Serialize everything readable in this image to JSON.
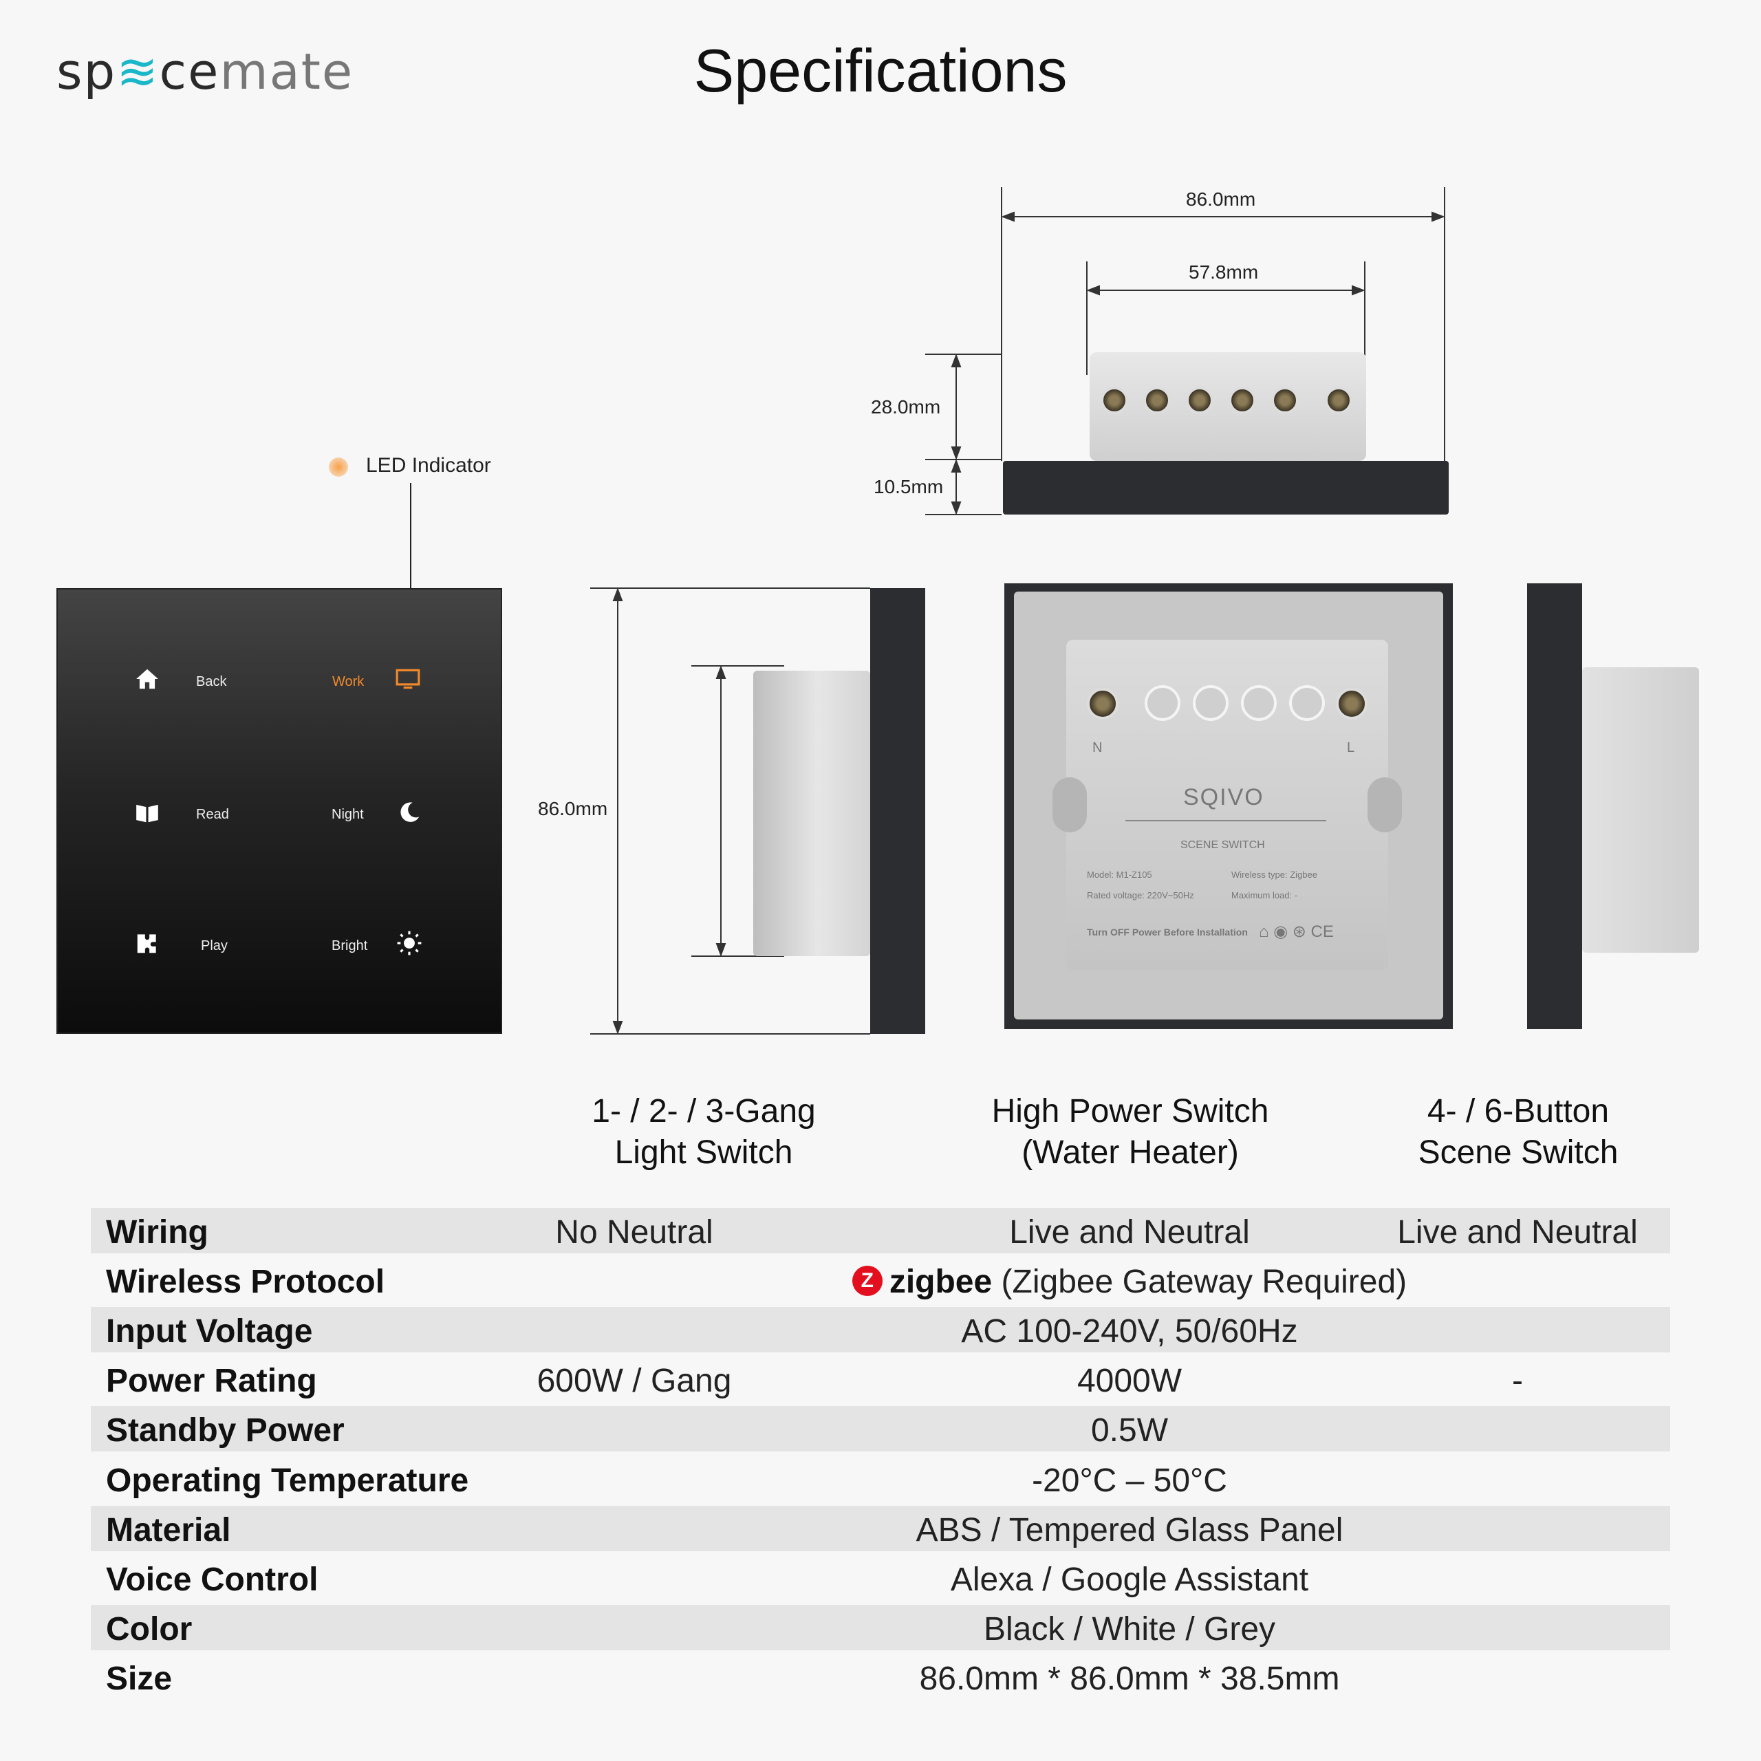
{
  "brand": {
    "part1": "sp",
    "part2": "ce",
    "part3": "mate",
    "wave": "≋"
  },
  "title": "Specifications",
  "led_label": "LED Indicator",
  "dimensions": {
    "top_width_outer": "86.0mm",
    "top_width_inner": "57.8mm",
    "box_depth": "28.0mm",
    "plate_depth": "10.5mm",
    "side_height": "86.0mm"
  },
  "panel_buttons": [
    {
      "label": "Back",
      "icon": "home-icon"
    },
    {
      "label": "Work",
      "icon": "monitor-icon"
    },
    {
      "label": "Read",
      "icon": "book-icon"
    },
    {
      "label": "Night",
      "icon": "moon-icon"
    },
    {
      "label": "Play",
      "icon": "puzzle-icon"
    },
    {
      "label": "Bright",
      "icon": "sun-icon"
    }
  ],
  "rear_label": {
    "brand": "SQIVO",
    "product": "SCENE SWITCH",
    "model": "Model:  M1-Z105",
    "wireless": "Wireless type:  Zigbee",
    "voltage": "Rated voltage:  220V~50Hz",
    "load": "Maximum load:  -",
    "warning": "Turn OFF Power Before Installation",
    "cert": "⌂ ◉ ⊛ CE",
    "n": "N",
    "l": "L"
  },
  "columns": [
    {
      "line1": "1- / 2- / 3-Gang",
      "line2": "Light Switch"
    },
    {
      "line1": "High Power Switch",
      "line2": "(Water Heater)"
    },
    {
      "line1": "4- / 6-Button",
      "line2": "Scene Switch"
    }
  ],
  "specs": {
    "wiring": {
      "label": "Wiring",
      "c1": "No Neutral",
      "c2": "Live and Neutral",
      "c3": "Live and Neutral"
    },
    "protocol": {
      "label": "Wireless Protocol",
      "logo": "Z",
      "brand": "zigbee",
      "note": "(Zigbee Gateway Required)"
    },
    "voltage": {
      "label": "Input Voltage",
      "value": "AC 100-240V, 50/60Hz"
    },
    "power": {
      "label": "Power Rating",
      "c1": "600W / Gang",
      "c2": "4000W",
      "c3": "-"
    },
    "standby": {
      "label": "Standby Power",
      "value": "0.5W"
    },
    "temp": {
      "label": "Operating Temperature",
      "value": "-20°C – 50°C"
    },
    "material": {
      "label": "Material",
      "value": "ABS / Tempered Glass Panel"
    },
    "voice": {
      "label": "Voice Control",
      "value": "Alexa / Google Assistant"
    },
    "color": {
      "label": "Color",
      "value": "Black / White / Grey"
    },
    "size": {
      "label": "Size",
      "value": "86.0mm * 86.0mm * 38.5mm"
    }
  },
  "colors": {
    "accent": "#f08a2c",
    "zigbee": "#e30f1f",
    "brand_wave": "#19b7c8"
  }
}
